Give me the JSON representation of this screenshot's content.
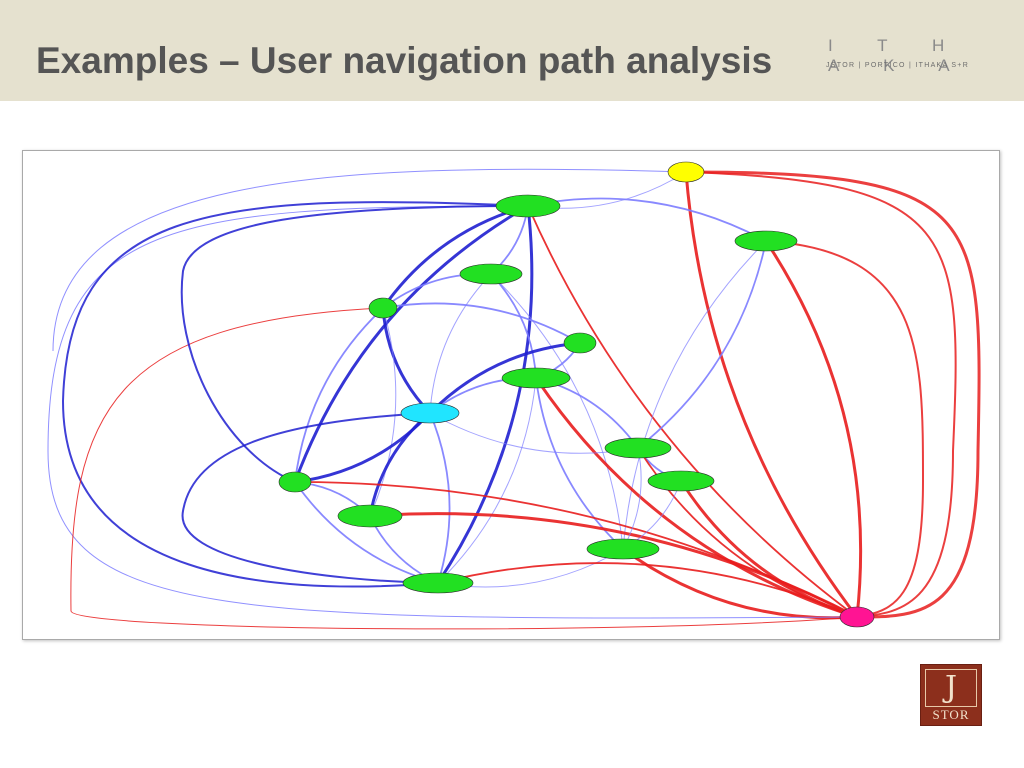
{
  "slide": {
    "title": "Examples – User navigation path analysis"
  },
  "brand": {
    "wordmark": "I T H A K A",
    "tagline": "JSTOR | PORTICO | ITHAKA S+R",
    "logo_mark": "J",
    "logo_text": "STOR"
  },
  "diagram": {
    "palette": {
      "start": "#ffff00",
      "step": "#22e022",
      "hub": "#20e5ff",
      "end": "#ff1493",
      "edge_low": "#7c7cff",
      "edge_high": "#1f1fd0",
      "edge_end": "#e81d1d"
    },
    "nodes": [
      {
        "id": "start",
        "role": "start"
      },
      {
        "id": "n1",
        "role": "step"
      },
      {
        "id": "n2",
        "role": "step"
      },
      {
        "id": "n3",
        "role": "step"
      },
      {
        "id": "n4",
        "role": "step"
      },
      {
        "id": "n5",
        "role": "step"
      },
      {
        "id": "n6",
        "role": "step"
      },
      {
        "id": "hub",
        "role": "hub"
      },
      {
        "id": "n7",
        "role": "step"
      },
      {
        "id": "n8",
        "role": "step"
      },
      {
        "id": "n9",
        "role": "step"
      },
      {
        "id": "n10",
        "role": "step"
      },
      {
        "id": "n11",
        "role": "step"
      },
      {
        "id": "n12",
        "role": "step"
      },
      {
        "id": "end",
        "role": "end"
      }
    ],
    "edges": [
      {
        "from": "start",
        "to": "n1",
        "weight": "thin"
      },
      {
        "from": "start",
        "to": "end",
        "weight": "thick",
        "kind": "exit"
      },
      {
        "from": "n1",
        "to": "n3",
        "weight": "medium"
      },
      {
        "from": "n1",
        "to": "n4",
        "weight": "thick"
      },
      {
        "from": "n1",
        "to": "n2",
        "weight": "medium"
      },
      {
        "from": "n1",
        "to": "n7",
        "weight": "thick"
      },
      {
        "from": "n1",
        "to": "n12",
        "weight": "thick"
      },
      {
        "from": "n1",
        "to": "end",
        "weight": "medium",
        "kind": "exit"
      },
      {
        "from": "n2",
        "to": "n9",
        "weight": "medium"
      },
      {
        "from": "n2",
        "to": "n11",
        "weight": "thin"
      },
      {
        "from": "n2",
        "to": "end",
        "weight": "thick",
        "kind": "exit"
      },
      {
        "from": "n3",
        "to": "n4",
        "weight": "medium"
      },
      {
        "from": "n3",
        "to": "n6",
        "weight": "medium"
      },
      {
        "from": "n3",
        "to": "hub",
        "weight": "thin"
      },
      {
        "from": "n3",
        "to": "n11",
        "weight": "thin"
      },
      {
        "from": "n4",
        "to": "hub",
        "weight": "thick"
      },
      {
        "from": "n4",
        "to": "n5",
        "weight": "medium"
      },
      {
        "from": "n4",
        "to": "n7",
        "weight": "medium"
      },
      {
        "from": "n4",
        "to": "n8",
        "weight": "thin"
      },
      {
        "from": "n5",
        "to": "hub",
        "weight": "thick"
      },
      {
        "from": "n5",
        "to": "n6",
        "weight": "medium"
      },
      {
        "from": "n6",
        "to": "hub",
        "weight": "medium"
      },
      {
        "from": "n6",
        "to": "n9",
        "weight": "medium"
      },
      {
        "from": "n6",
        "to": "n11",
        "weight": "medium"
      },
      {
        "from": "n6",
        "to": "n12",
        "weight": "thin"
      },
      {
        "from": "n6",
        "to": "end",
        "weight": "thick",
        "kind": "exit"
      },
      {
        "from": "hub",
        "to": "n7",
        "weight": "thick"
      },
      {
        "from": "hub",
        "to": "n8",
        "weight": "thick"
      },
      {
        "from": "hub",
        "to": "n12",
        "weight": "medium"
      },
      {
        "from": "hub",
        "to": "n9",
        "weight": "thin"
      },
      {
        "from": "n7",
        "to": "n8",
        "weight": "medium"
      },
      {
        "from": "n7",
        "to": "n12",
        "weight": "medium"
      },
      {
        "from": "n7",
        "to": "end",
        "weight": "medium",
        "kind": "exit"
      },
      {
        "from": "n8",
        "to": "n12",
        "weight": "medium"
      },
      {
        "from": "n8",
        "to": "end",
        "weight": "thick",
        "kind": "exit"
      },
      {
        "from": "n9",
        "to": "n10",
        "weight": "medium"
      },
      {
        "from": "n9",
        "to": "n11",
        "weight": "thin"
      },
      {
        "from": "n9",
        "to": "end",
        "weight": "medium",
        "kind": "exit"
      },
      {
        "from": "n10",
        "to": "n11",
        "weight": "thin"
      },
      {
        "from": "n10",
        "to": "end",
        "weight": "thick",
        "kind": "exit"
      },
      {
        "from": "n11",
        "to": "n12",
        "weight": "thin"
      },
      {
        "from": "n11",
        "to": "end",
        "weight": "thick",
        "kind": "exit"
      },
      {
        "from": "n12",
        "to": "end",
        "weight": "medium",
        "kind": "exit"
      }
    ]
  }
}
